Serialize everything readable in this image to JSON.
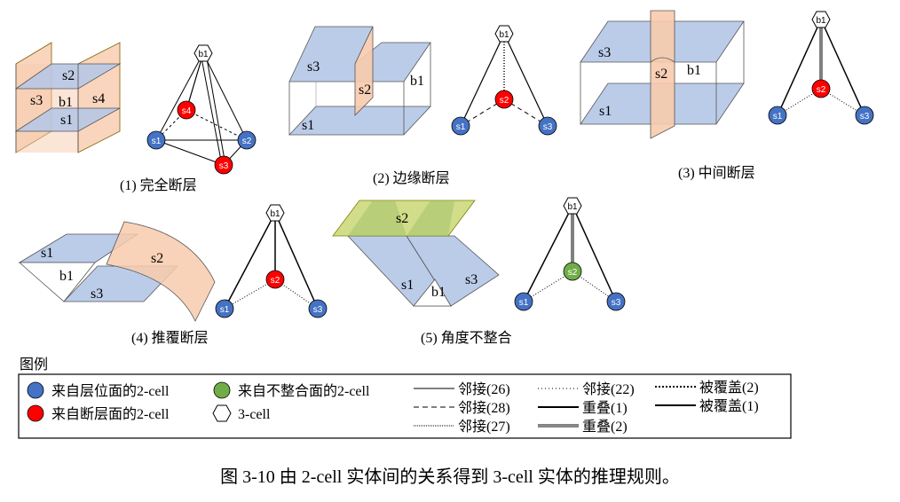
{
  "diagram": {
    "panels": [
      {
        "caption": "(1) 完全断层",
        "face_labels": [
          "s2",
          "s3",
          "b1",
          "s4",
          "s1"
        ],
        "graph_nodes": [
          "b1",
          "s4",
          "s1",
          "s2",
          "s3"
        ]
      },
      {
        "caption": "(2) 边缘断层",
        "face_labels": [
          "s3",
          "b1",
          "s2",
          "s1"
        ],
        "graph_nodes": [
          "b1",
          "s2",
          "s1",
          "s3"
        ]
      },
      {
        "caption": "(3) 中间断层",
        "face_labels": [
          "s3",
          "s2",
          "b1",
          "s1"
        ],
        "graph_nodes": [
          "b1",
          "s2",
          "s1",
          "s3"
        ]
      },
      {
        "caption": "(4) 推覆断层",
        "face_labels": [
          "s1",
          "s2",
          "b1",
          "s3"
        ],
        "graph_nodes": [
          "b1",
          "s2",
          "s1",
          "s3"
        ]
      },
      {
        "caption": "(5) 角度不整合",
        "face_labels": [
          "s2",
          "s1",
          "b1",
          "s3"
        ],
        "graph_nodes": [
          "b1",
          "s2",
          "s1",
          "s3"
        ]
      }
    ]
  },
  "legend": {
    "title": "图例",
    "nodes": [
      {
        "label": "来自层位面的2-cell",
        "color": "#4472c4"
      },
      {
        "label": "来自断层面的2-cell",
        "color": "#ff0000"
      },
      {
        "label": "来自不整合面的2-cell",
        "color": "#70ad47"
      },
      {
        "label": "3-cell",
        "color": "#ffffff"
      }
    ],
    "edges": [
      {
        "label": "邻接(26)",
        "style": "solid-thin"
      },
      {
        "label": "邻接(28)",
        "style": "dashed"
      },
      {
        "label": "邻接(27)",
        "style": "dense-dotted"
      },
      {
        "label": "邻接(22)",
        "style": "dotted"
      },
      {
        "label": "重叠(1)",
        "style": "solid-thick"
      },
      {
        "label": "重叠(2)",
        "style": "double"
      },
      {
        "label": "被覆盖(2)",
        "style": "bold-dotted"
      },
      {
        "label": "被覆盖(1)",
        "style": "solid-bold"
      }
    ]
  },
  "figure_caption": "图 3-10 由 2-cell 实体间的关系得到 3-cell 实体的推理规则。",
  "colors": {
    "horizon_fill": "#b4c7e7",
    "fault_fill": "#f8cbad",
    "unconformity_fill": "#c5d56b",
    "node_blue": "#4472c4",
    "node_red": "#ff0000",
    "node_green": "#70ad47"
  }
}
